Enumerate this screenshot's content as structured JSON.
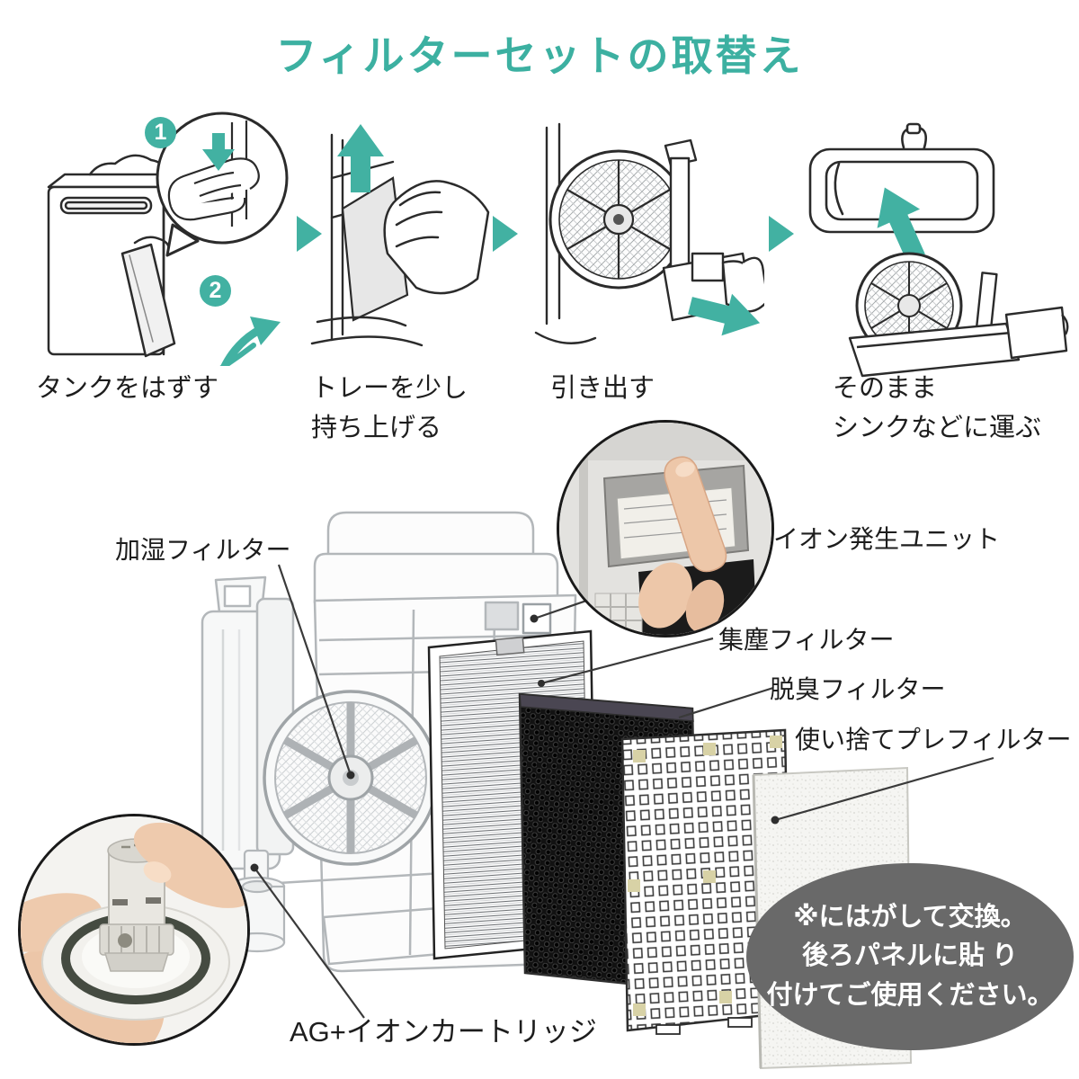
{
  "colors": {
    "accent": "#42b1a2",
    "title_color": "#3cb0a1",
    "bubble_bg": "#696969",
    "bubble_text": "#ffffff",
    "line_art_gray": "#b3b7ba",
    "ink": "#1d1d1d"
  },
  "title": "フィルターセットの取替え",
  "steps": [
    {
      "caption_lines": [
        "タンクをはずす"
      ],
      "badges": [
        "1",
        "2"
      ]
    },
    {
      "caption_lines": [
        "トレーを少し",
        "持ち上げる"
      ]
    },
    {
      "caption_lines": [
        "引き出す"
      ]
    },
    {
      "caption_lines": [
        "そのまま",
        "シンクなどに運ぶ"
      ]
    }
  ],
  "part_labels": {
    "humidify_filter": "加湿フィルター",
    "ion_unit": "イオン発生ユニット",
    "dust_filter": "集塵フィルター",
    "deodorize_filter": "脱臭フィルター",
    "disposable_prefilter": "使い捨てプレフィルター",
    "ag_ion_cartridge": "AG+イオンカートリッジ"
  },
  "note_bubble": {
    "lines": [
      "※にはがして交換。",
      "後ろパネルに貼 り",
      "付けてご使用ください。"
    ]
  }
}
